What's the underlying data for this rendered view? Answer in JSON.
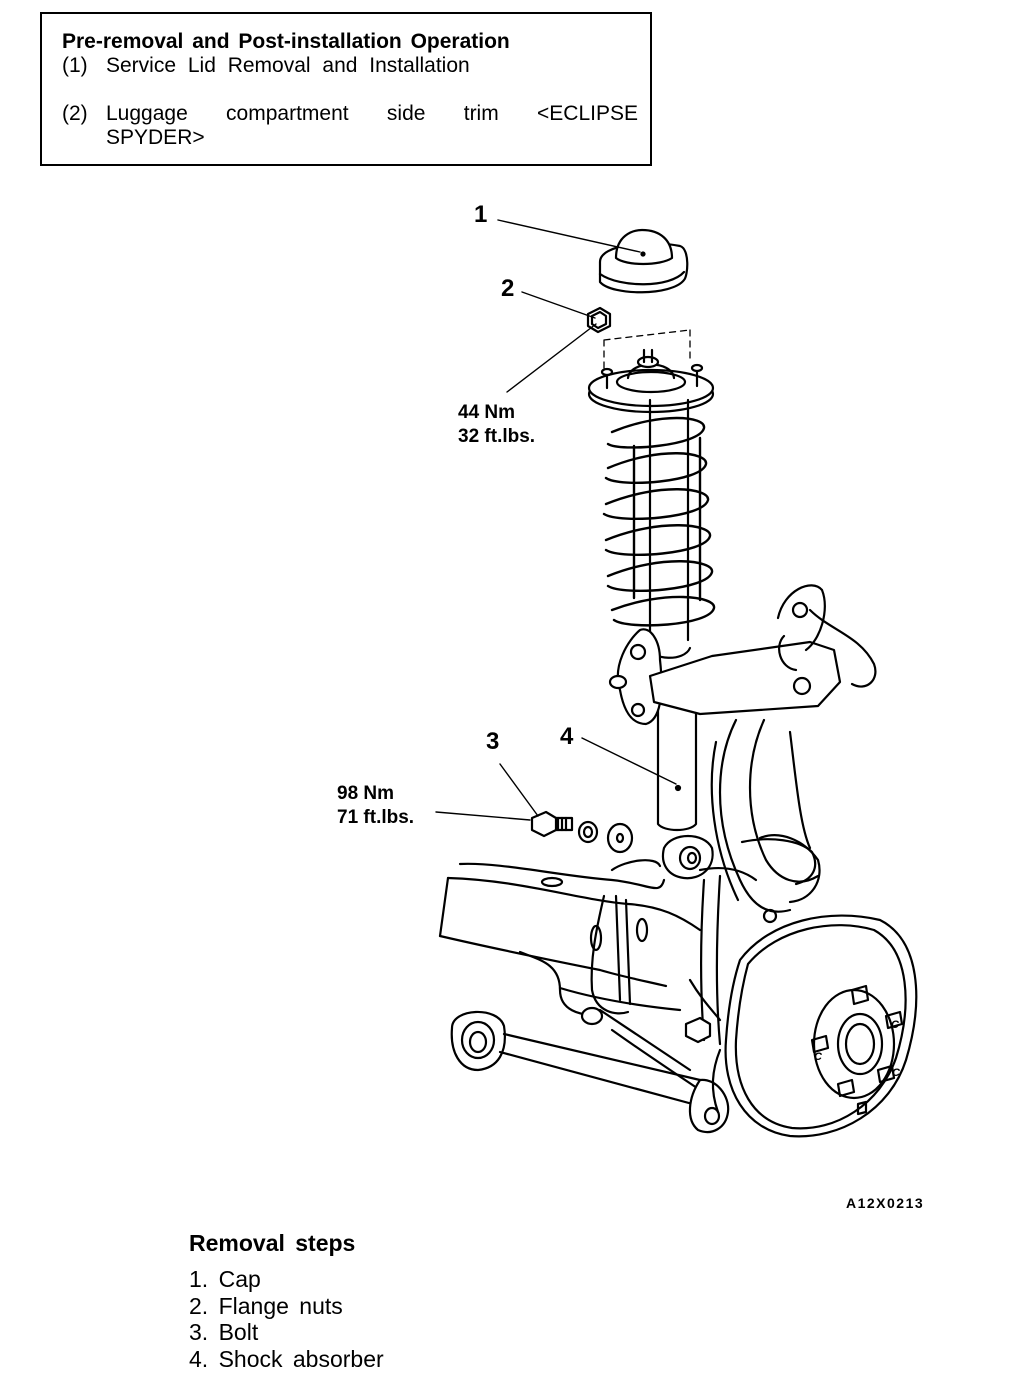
{
  "pre_operation": {
    "title": "Pre-removal and Post-installation Operation",
    "items": [
      {
        "num": "(1)",
        "text": "Service Lid Removal and Installation"
      },
      {
        "num": "(2)",
        "text_line1": "Luggage compartment side trim <ECLIPSE",
        "text_line2": "SPYDER>"
      }
    ]
  },
  "figure": {
    "callouts": [
      "1",
      "2",
      "3",
      "4"
    ],
    "torques": [
      {
        "nm": "44 Nm",
        "ftlbs": "32 ft.lbs."
      },
      {
        "nm": "98 Nm",
        "ftlbs": "71 ft.lbs."
      }
    ],
    "hub_marks": [
      "C",
      "C",
      "C"
    ],
    "figure_code": "A12X0213"
  },
  "removal_steps": {
    "title": "Removal steps",
    "steps": [
      {
        "num": "1.",
        "label": "Cap"
      },
      {
        "num": "2.",
        "label": "Flange nuts"
      },
      {
        "num": "3.",
        "label": "Bolt"
      },
      {
        "num": "4.",
        "label": "Shock absorber"
      }
    ]
  }
}
